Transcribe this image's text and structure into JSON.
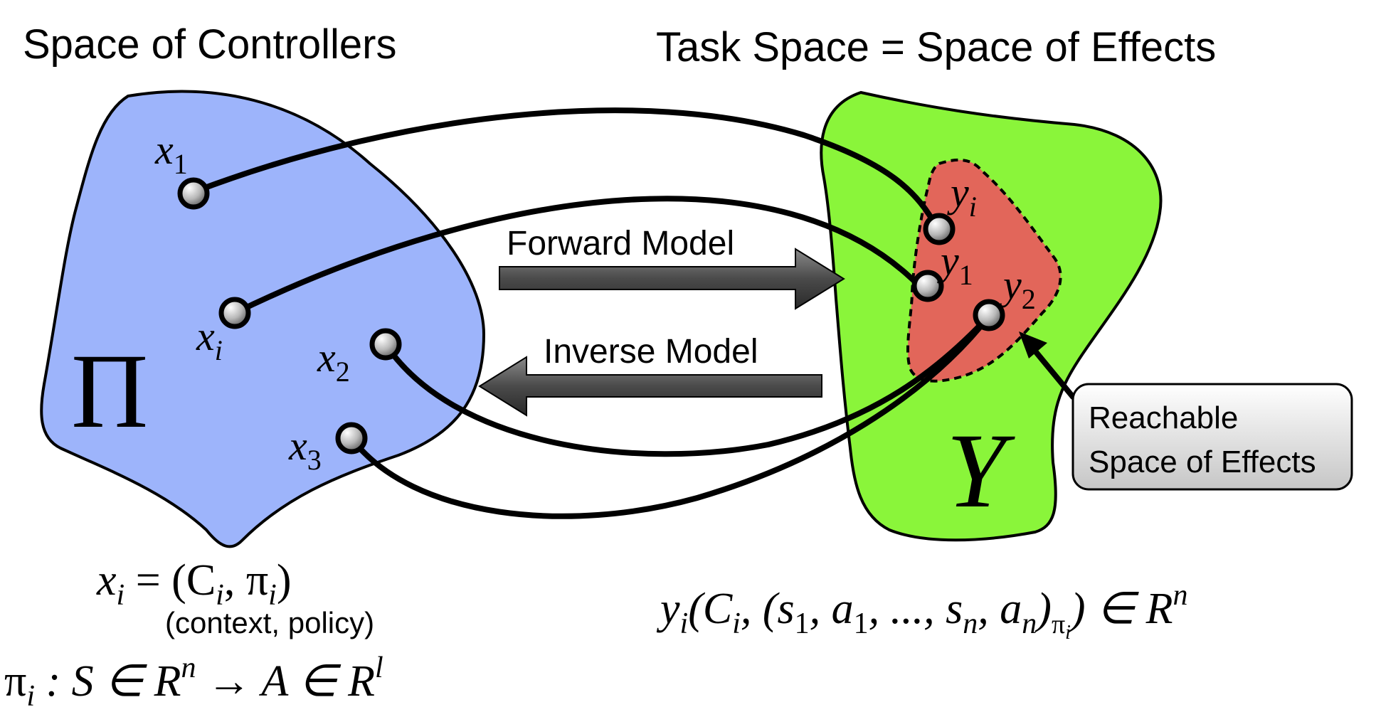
{
  "titles": {
    "controllers": "Space of Controllers",
    "task": "Task Space = Space of Effects"
  },
  "arrows": {
    "forward": "Forward Model",
    "inverse": "Inverse Model"
  },
  "callout": {
    "line1": "Reachable",
    "line2": "Space of Effects"
  },
  "symbols": {
    "pi": "Π",
    "y": "Y"
  },
  "points_x": {
    "x1": {
      "base": "x",
      "sub": "1"
    },
    "xi": {
      "base": "x",
      "sub": "i"
    },
    "x2": {
      "base": "x",
      "sub": "2"
    },
    "x3": {
      "base": "x",
      "sub": "3"
    }
  },
  "points_y": {
    "yi": {
      "base": "y",
      "sub": "i"
    },
    "y1": {
      "base": "y",
      "sub": "1"
    },
    "y2": {
      "base": "y",
      "sub": "2"
    }
  },
  "formulas": {
    "xi_def": {
      "lhs": "x",
      "lhs_sub": "i",
      "rhs1": " = (C",
      "rhs_sub1": "i",
      "rhs2": ", π",
      "rhs_sub2": "i",
      "rhs3": ")"
    },
    "context_policy": "(context, policy)",
    "policy_map": {
      "a": "π",
      "a_sub": "i",
      "b": " : S ∈ R",
      "b_sup": "n",
      "c": " → A ∈ R",
      "c_sup": "l"
    },
    "yi_def": {
      "a": "y",
      "a_sub": "i",
      "b": "(C",
      "b_sub": "i",
      "c": ", (s",
      "c_sub": "1",
      "d": ", a",
      "d_sub": "1",
      "e": ", ..., s",
      "e_sub": "n",
      "f": ", a",
      "f_sub": "n",
      "g": ")",
      "g_sub": "π",
      "g_subsub": "i",
      "h": ") ∈ R",
      "h_sup": "n"
    }
  },
  "colors": {
    "controllers_fill": "#9db4fb",
    "task_fill": "#8af53a",
    "reachable_fill": "#e2665a",
    "arrow_fill": "#595959"
  }
}
